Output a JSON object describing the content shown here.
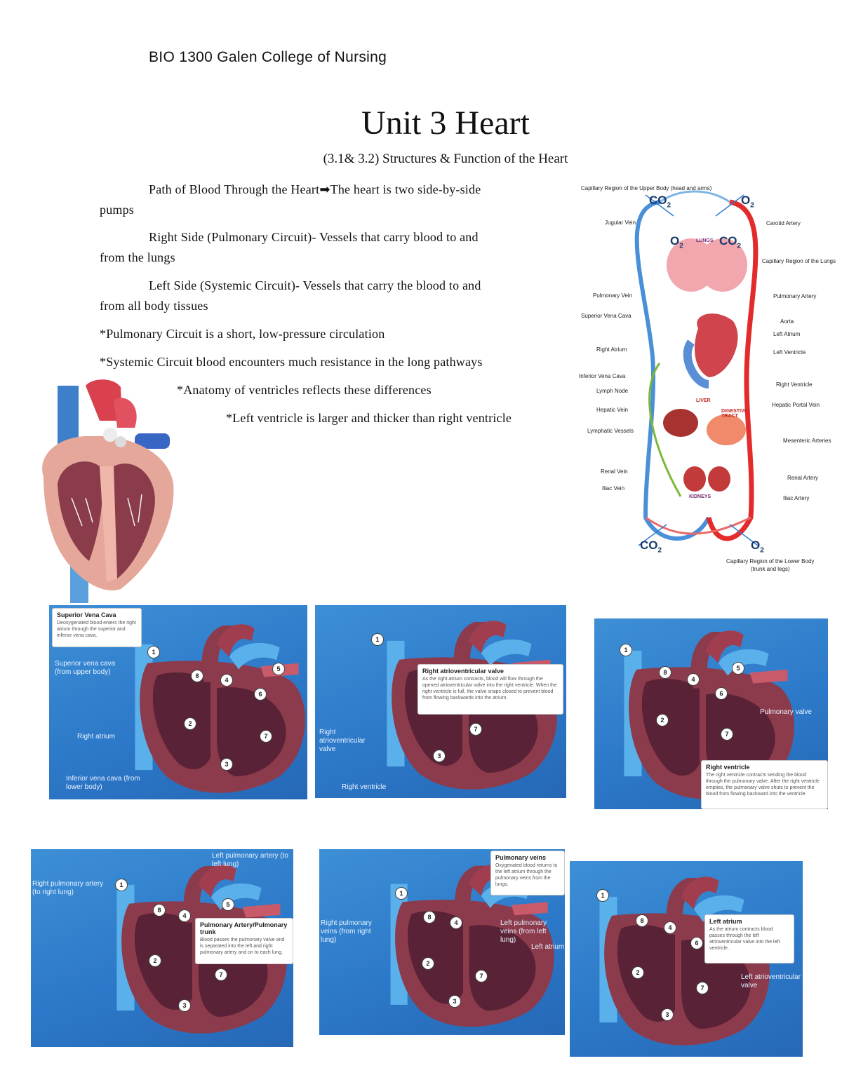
{
  "header": "BIO 1300 Galen College of Nursing",
  "title": "Unit 3 Heart",
  "subtitle": "(3.1& 3.2) Structures & Function of the Heart",
  "paragraphs": {
    "path_a": "Path of Blood Through the Heart",
    "path_arrow": "➡",
    "path_b": "The heart is two side-by-side",
    "path_c": "pumps",
    "right_a": "Right Side (Pulmonary Circuit)- Vessels that carry blood to and",
    "right_b": "from the lungs",
    "left_a": "Left Side (Systemic Circuit)- Vessels that carry the blood to and",
    "left_b": "from all body tissues",
    "note1": "*Pulmonary Circuit is a short, low-pressure circulation",
    "note2": "*Systemic Circuit blood encounters much resistance in the long pathways",
    "note3": "*Anatomy of ventricles reflects these differences",
    "note4": "*Left ventricle is larger and thicker than right ventricle"
  },
  "diagram": {
    "top": "Capillary Region of the Upper Body (head and arms)",
    "co2": "CO",
    "co2_sub": "2",
    "o2": "O",
    "o2_sub": "2",
    "lungs": "LUNGS",
    "liver": "LIVER",
    "digestive": "DIGESTIVE TRACT",
    "kidneys": "KIDNEYS",
    "bottom_a": "Capillary Region of the Lower Body",
    "bottom_b": "(trunk and legs)",
    "left_labels": [
      "Jugular Vein",
      "Pulmonary Vein",
      "Superior Vena Cava",
      "Right Atrium",
      "Inferior Vena Cava",
      "Lymph Node",
      "Hepatic Vein",
      "Lymphatic Vessels",
      "Renal Vein",
      "Iliac Vein"
    ],
    "right_labels": [
      "Carotid Artery",
      "Capillary Region of the Lungs",
      "Pulmonary Artery",
      "Aorta",
      "Left Atrium",
      "Left Ventricle",
      "Right Ventricle",
      "Hepatic Portal Vein",
      "Mesenteric Arteries",
      "Renal Artery",
      "Iliac Artery"
    ]
  },
  "panels": [
    {
      "callout_title": "Superior Vena Cava",
      "callout_body": "Deoxygenated blood enters the right atrium through the superior and inferior vena cava.",
      "labels": [
        "Superior vena cava (from upper body)",
        "Right atrium",
        "Inferior vena cava (from lower body)"
      ]
    },
    {
      "callout_title": "Right atrioventricular valve",
      "callout_body": "As the right atrium contracts, blood will flow through the opened atrioventricular valve into the right ventricle. When the right ventricle is full, the valve snaps closed to prevent blood from flowing backwards into the atrium.",
      "labels": [
        "Right atrioventricular valve",
        "Right ventricle"
      ]
    },
    {
      "callout_title": "Right ventricle",
      "callout_body": "The right ventricle contracts sending the blood through the pulmonary valve. After the right ventricle empties, the pulmonary valve shuts to prevent the blood from flowing backward into the ventricle.",
      "labels": [
        "Pulmonary valve"
      ]
    },
    {
      "callout_title": "Pulmonary Artery/Pulmonary trunk",
      "callout_body": "Blood passes the pulmonary valve and is separated into the left and right pulmonary artery and on to each lung.",
      "labels": [
        "Left pulmonary artery (to left lung)",
        "Right pulmonary artery (to right lung)"
      ]
    },
    {
      "callout_title": "Pulmonary veins",
      "callout_body": "Oxygenated blood returns to the left atrium through the pulmonary veins from the lungs.",
      "labels": [
        "Right pulmonary veins (from right lung)",
        "Left pulmonary veins (from left lung)",
        "Left atrium"
      ]
    },
    {
      "callout_title": "Left atrium",
      "callout_body": "As the atrium contracts blood passes through the left atrioventricular valve into the left ventricle.",
      "labels": [
        "Left atrioventricular valve"
      ]
    }
  ],
  "numbers": [
    "1",
    "2",
    "3",
    "4",
    "5",
    "6",
    "7",
    "8"
  ],
  "colors": {
    "panel_blue": "#2d79c9",
    "heart": "#8c3b4c",
    "vein": "#4a90d9",
    "artery": "#e32b2b",
    "lymph": "#7bb83a"
  }
}
